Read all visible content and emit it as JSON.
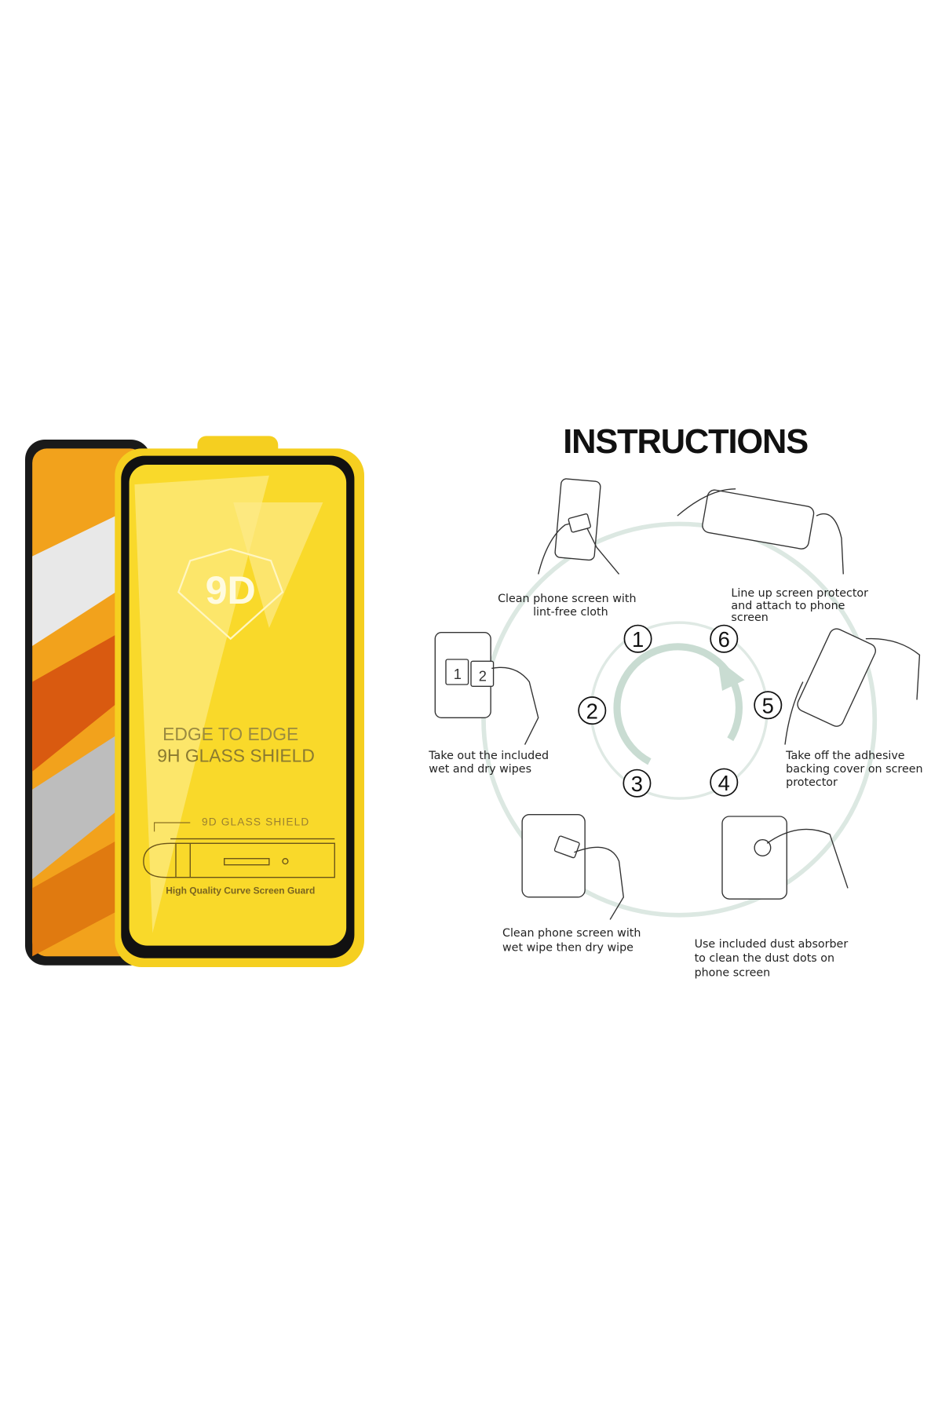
{
  "product": {
    "badge": "9D",
    "headline_1": "EDGE TO EDGE",
    "headline_2": "9H GLASS SHIELD",
    "diagram_label": "9D GLASS SHIELD",
    "footer": "High Quality Curve Screen Guard",
    "colors": {
      "yellow": "#f7d320",
      "light_yellow": "#fbe66a",
      "black": "#111111"
    }
  },
  "instructions": {
    "title": "INSTRUCTIONS",
    "steps": [
      {
        "number": "1",
        "lines": [
          "Clean phone screen with",
          "lint-free cloth"
        ]
      },
      {
        "number": "2",
        "lines": [
          "Take out the included",
          "wet and dry wipes"
        ]
      },
      {
        "number": "3",
        "lines": [
          "Clean phone screen with",
          "wet wipe then dry wipe"
        ]
      },
      {
        "number": "4",
        "lines": [
          "Use included dust absorber",
          "to clean the dust dots on",
          "phone screen"
        ]
      },
      {
        "number": "5",
        "lines": [
          "Take off the adhesive",
          "backing cover on screen",
          "protector"
        ]
      },
      {
        "number": "6",
        "lines": [
          "Line up screen protector",
          "and attach to phone",
          "screen"
        ]
      }
    ],
    "wipe_labels": [
      "1",
      "2"
    ]
  }
}
